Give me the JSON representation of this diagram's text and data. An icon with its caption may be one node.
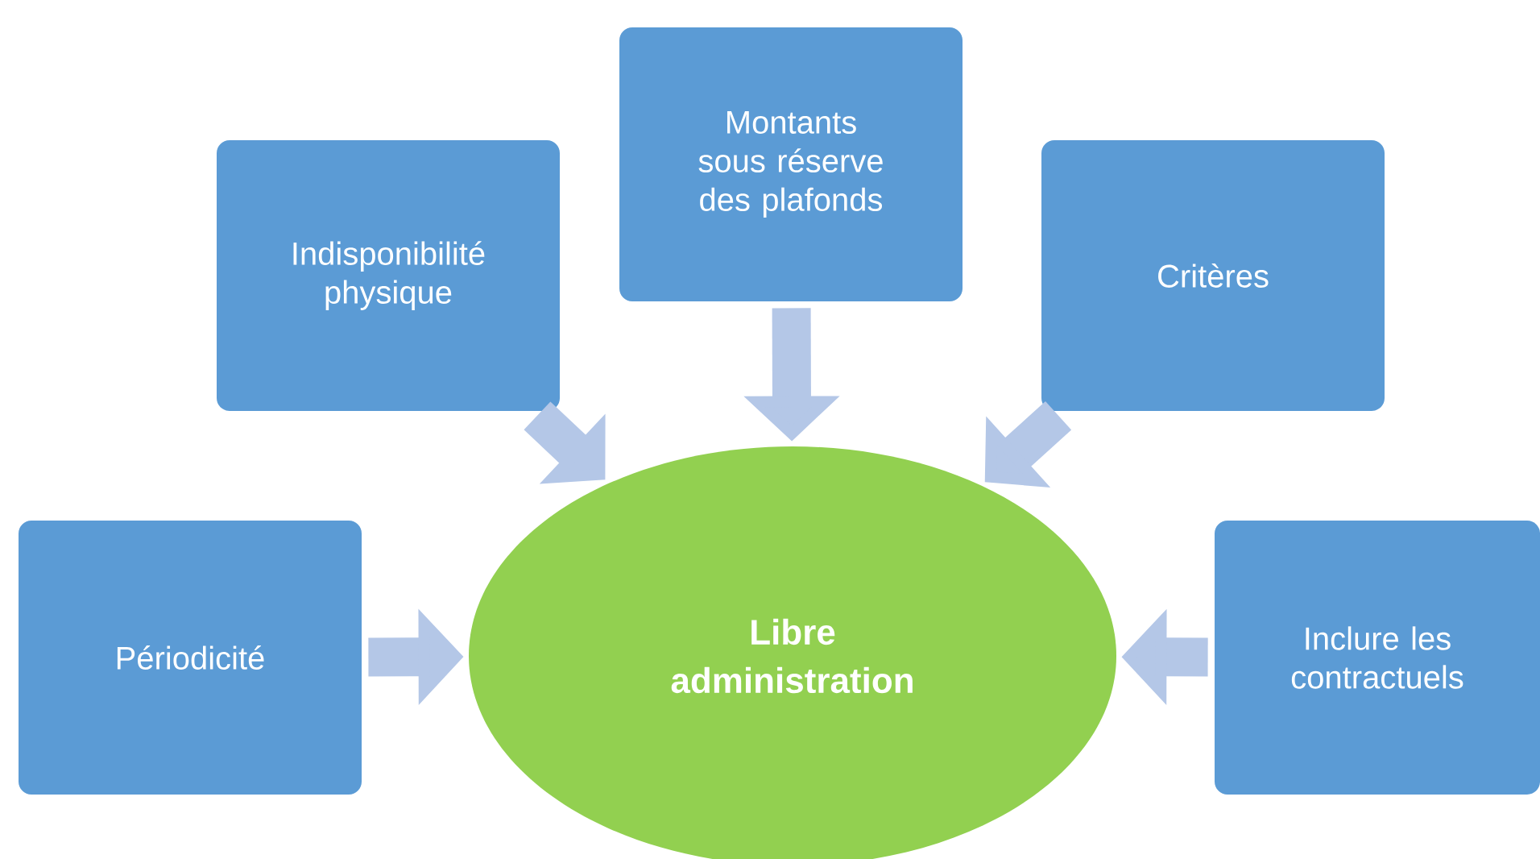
{
  "diagram": {
    "nodes": [
      {
        "text": [
          "Montants sous réserve des plafonds"
        ]
      },
      {
        "text": [
          "Indisponibilité physique"
        ]
      },
      {
        "text": [
          "Critères"
        ]
      },
      {
        "text": [
          "Périodicité"
        ]
      },
      {
        "text": [
          "Libre administration"
        ]
      },
      {
        "text": [
          "Inclure les contractuels"
        ]
      }
    ],
    "edges": [
      {
        "from": 0,
        "to": 4,
        "arrow": "to"
      },
      {
        "from": 1,
        "to": 4,
        "arrow": "to"
      },
      {
        "from": 2,
        "to": 4,
        "arrow": "to"
      },
      {
        "from": 3,
        "to": 4,
        "arrow": "to"
      },
      {
        "from": 5,
        "to": 4,
        "arrow": "to"
      }
    ]
  }
}
